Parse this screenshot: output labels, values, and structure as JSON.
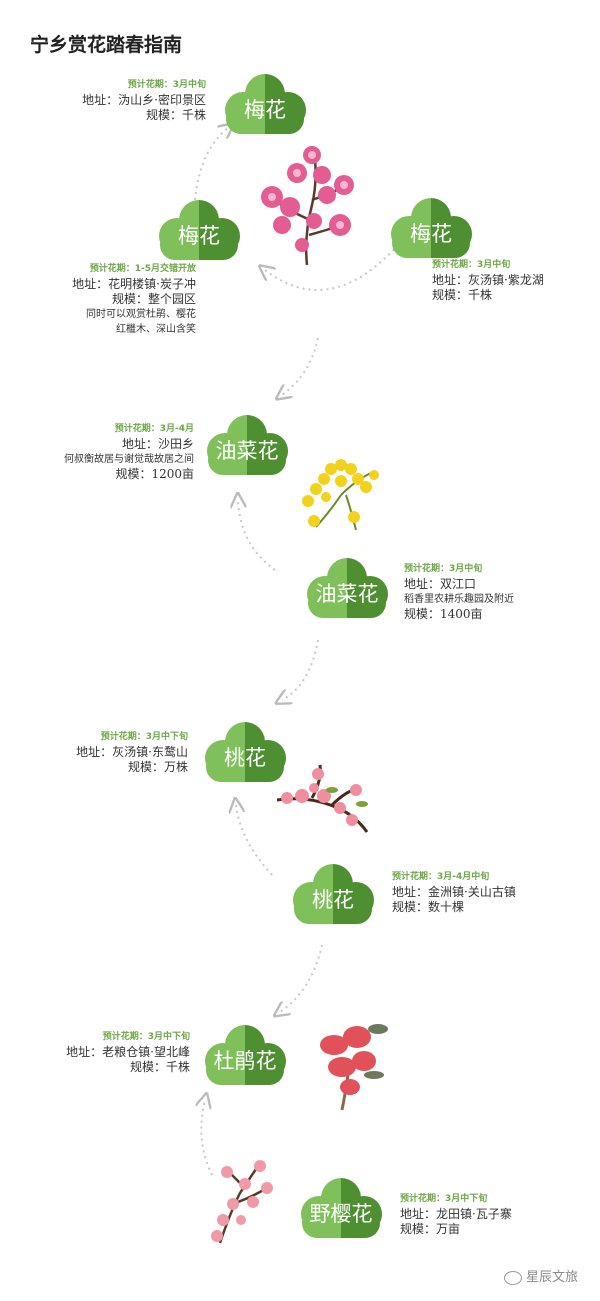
{
  "title": "宁乡赏花踏春指南",
  "colors": {
    "cloud_light": "#7fc05a",
    "cloud_dark": "#4e8f32",
    "period": "#6da845"
  },
  "sections": [
    {
      "flower": "梅花",
      "period": "预计花期：3月中旬",
      "address": "地址：沩山乡·密印景区",
      "scale": "规模：千株",
      "extra": []
    },
    {
      "flower": "梅花",
      "period": "预计花期：1-5月交错开放",
      "address": "地址：花明楼镇·炭子冲",
      "scale": "规模：整个园区",
      "extra": [
        "同时可以观赏杜鹃、樱花",
        "红檵木、深山含笑"
      ]
    },
    {
      "flower": "梅花",
      "period": "预计花期：3月中旬",
      "address": "地址：灰汤镇·紫龙湖",
      "scale": "规模：千株",
      "extra": []
    },
    {
      "flower": "油菜花",
      "period": "预计花期：3月-4月",
      "address": "地址：沙田乡",
      "extra_line": "何叔衡故居与谢觉哉故居之间",
      "scale": "规模：1200亩"
    },
    {
      "flower": "油菜花",
      "period": "预计花期：3月中旬",
      "address": "地址：双江口",
      "extra_line": "稻香里农耕乐趣园及附近",
      "scale": "规模：1400亩"
    },
    {
      "flower": "桃花",
      "period": "预计花期：3月中下旬",
      "address": "地址：灰汤镇·东鹜山",
      "scale": "规模：万株"
    },
    {
      "flower": "桃花",
      "period": "预计花期：3月-4月中旬",
      "address": "地址：金洲镇·关山古镇",
      "scale": "规模：数十棵"
    },
    {
      "flower": "杜鹃花",
      "period": "预计花期：3月中下旬",
      "address": "地址：老粮仓镇·望北峰",
      "scale": "规模：千株"
    },
    {
      "flower": "野樱花",
      "period": "预计花期：3月中下旬",
      "address": "地址：龙田镇·瓦子寨",
      "scale": "规模：万亩"
    }
  ],
  "watermark": "星辰文旅"
}
